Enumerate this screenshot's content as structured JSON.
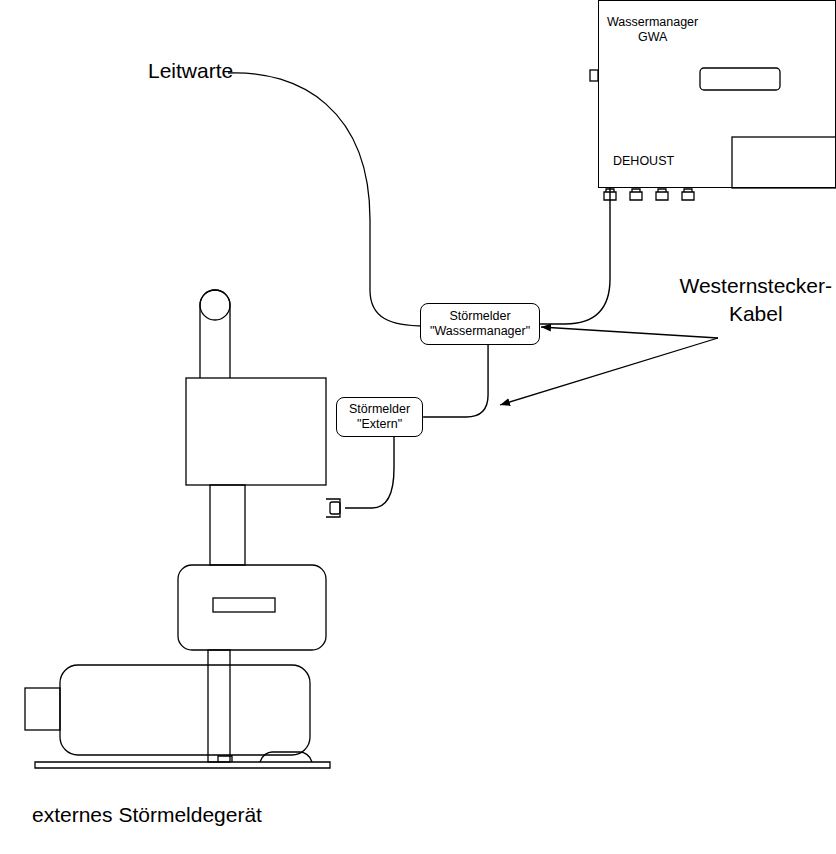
{
  "diagram": {
    "nodes": [
      {
        "text": [
          "Wassermanager GWA",
          "DEHOUST"
        ]
      },
      {
        "text": [
          "Störmelder \"Wassermanager\""
        ]
      },
      {
        "text": [
          "Störmelder \"Extern\""
        ]
      },
      {
        "text": [
          "externes Störmeldegerät"
        ]
      }
    ],
    "edges": [
      {
        "from": 0,
        "to": 1,
        "arrow": "none"
      },
      {
        "from": 1,
        "to": 2,
        "arrow": "none"
      },
      {
        "from": 2,
        "to": 3,
        "arrow": "none"
      }
    ],
    "labels": [
      "Leitwarte",
      "Westernstecker- Kabel"
    ]
  }
}
